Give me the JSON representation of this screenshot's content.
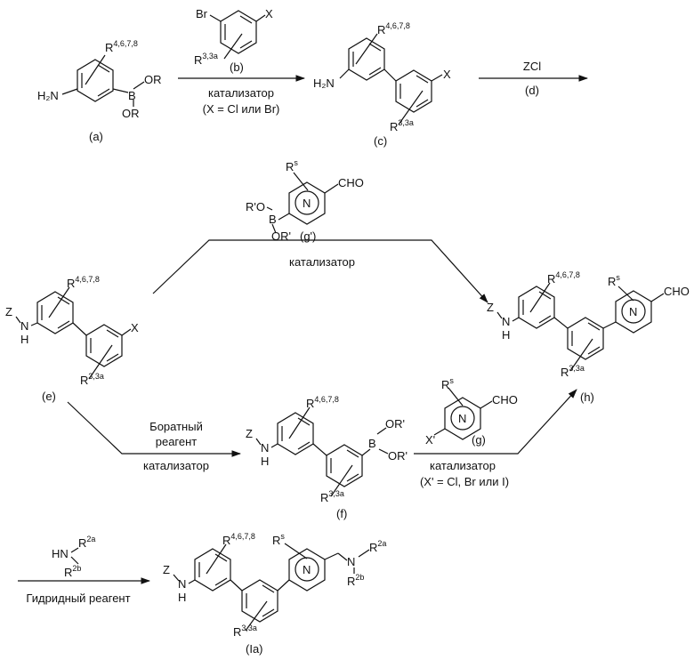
{
  "compounds": {
    "a": {
      "label": "(a)",
      "substituent": "R",
      "substituent_sup": "4,6,7,8",
      "amine": "H₂N",
      "boron": "B",
      "or1": "OR",
      "or2": "OR"
    },
    "b": {
      "label": "(b)",
      "br": "Br",
      "x": "X",
      "r": "R",
      "r_sup": "3,3a"
    },
    "c": {
      "label": "(c)",
      "r_top": "R",
      "r_top_sup": "4,6,7,8",
      "amine": "H₂N",
      "x": "X",
      "r_bot": "R",
      "r_bot_sup": "3,3a"
    },
    "e": {
      "label": "(e)",
      "z": "Z",
      "nh": "N",
      "h": "H",
      "r_top": "R",
      "r_top_sup": "4,6,7,8",
      "x": "X",
      "r_bot": "R",
      "r_bot_sup": "3,3a"
    },
    "g_prime": {
      "label": "(g')",
      "rs": "R",
      "rs_sup": "s",
      "n": "N",
      "cho": "CHO",
      "ro1": "R'O",
      "b": "B",
      "ro2": "OR'"
    },
    "f": {
      "label": "(f)",
      "z": "Z",
      "nh": "N",
      "h": "H",
      "r_top": "R",
      "r_top_sup": "4,6,7,8",
      "or1": "OR'",
      "b": "B",
      "or2": "OR'",
      "r_bot": "R",
      "r_bot_sup": "3,3a"
    },
    "g": {
      "label": "(g)",
      "rs": "R",
      "rs_sup": "s",
      "n": "N",
      "cho": "CHO",
      "x": "X'"
    },
    "h": {
      "label": "(h)",
      "z": "Z",
      "nh": "N",
      "h": "H",
      "r_top": "R",
      "r_top_sup": "4,6,7,8",
      "rs": "R",
      "rs_sup": "s",
      "n": "N",
      "cho": "CHO",
      "r_bot": "R",
      "r_bot_sup": "3,3a"
    },
    "ia": {
      "label": "(Ia)",
      "z": "Z",
      "nh": "N",
      "h": "H",
      "r_top": "R",
      "r_top_sup": "4,6,7,8",
      "rs": "R",
      "rs_sup": "s",
      "n_ring": "N",
      "n_amine": "N",
      "r2a": "R",
      "r2a_sup": "2a",
      "r2b": "R",
      "r2b_sup": "2b",
      "r_bot": "R",
      "r_bot_sup": "3,3a"
    },
    "amine_reagent": {
      "hn": "HN",
      "r2a": "R",
      "r2a_sup": "2a",
      "r2b": "R",
      "r2b_sup": "2b"
    }
  },
  "arrows": {
    "a_to_c": {
      "below_line1": "катализатор",
      "below_line2": "(X = Cl или Br)"
    },
    "c_to_e": {
      "above": "ZCl",
      "below": "(d)"
    },
    "e_to_h": {
      "below": "катализатор"
    },
    "e_to_f": {
      "above_line1": "Боратный",
      "above_line2": "реагент",
      "below": "катализатор"
    },
    "f_to_h": {
      "below_line1": "катализатор",
      "below_line2": "(X' = Cl, Br или I)"
    },
    "amine_to_ia": {
      "below": "Гидридный реагент"
    }
  }
}
